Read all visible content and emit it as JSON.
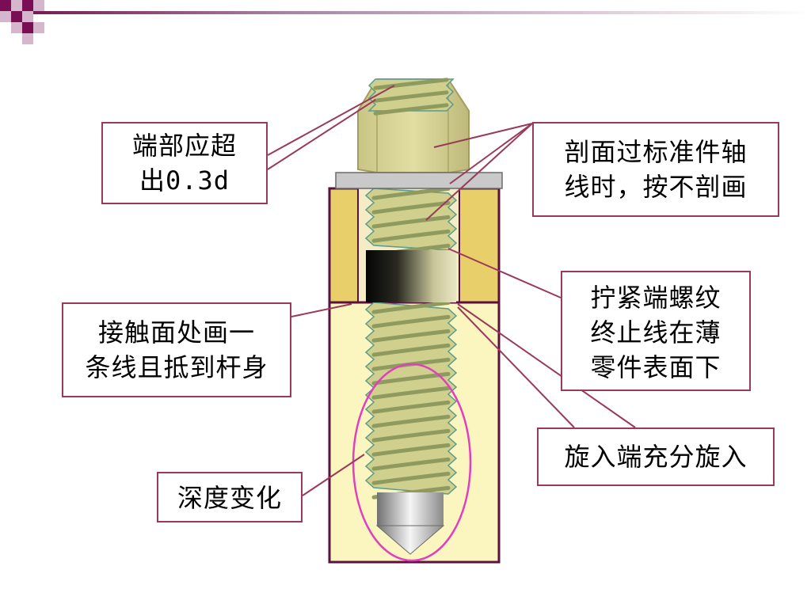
{
  "labels": {
    "end_exceed": {
      "line1": "端部应超",
      "line2_prefix": "出",
      "line2_value": "0.3d"
    },
    "section_axis": {
      "line1": "剖面过标准件轴",
      "line2": "线时，按不剖画"
    },
    "tighten_thread": {
      "line1": "拧紧端螺纹",
      "line2": "终止线在薄",
      "line3": "零件表面下"
    },
    "contact_surface": {
      "line1": "接触面处画一",
      "line2": "条线且抵到杆身"
    },
    "screw_in_end": {
      "line1": "旋入端充分旋入"
    },
    "depth_change": {
      "line1": "深度变化"
    }
  },
  "colors": {
    "leader_line": "#9a3a5a",
    "label_border": "#9a3a5a",
    "highlight_ellipse": "#e040c0",
    "thin_part": "#e8cf6a",
    "thick_part": "#fbf6bf",
    "part_outline": "#5a1040",
    "thread": "#cfcf8e",
    "nut": "#d8d493",
    "washer": "#c9c9c9",
    "decor_square": "#7a0e55"
  }
}
